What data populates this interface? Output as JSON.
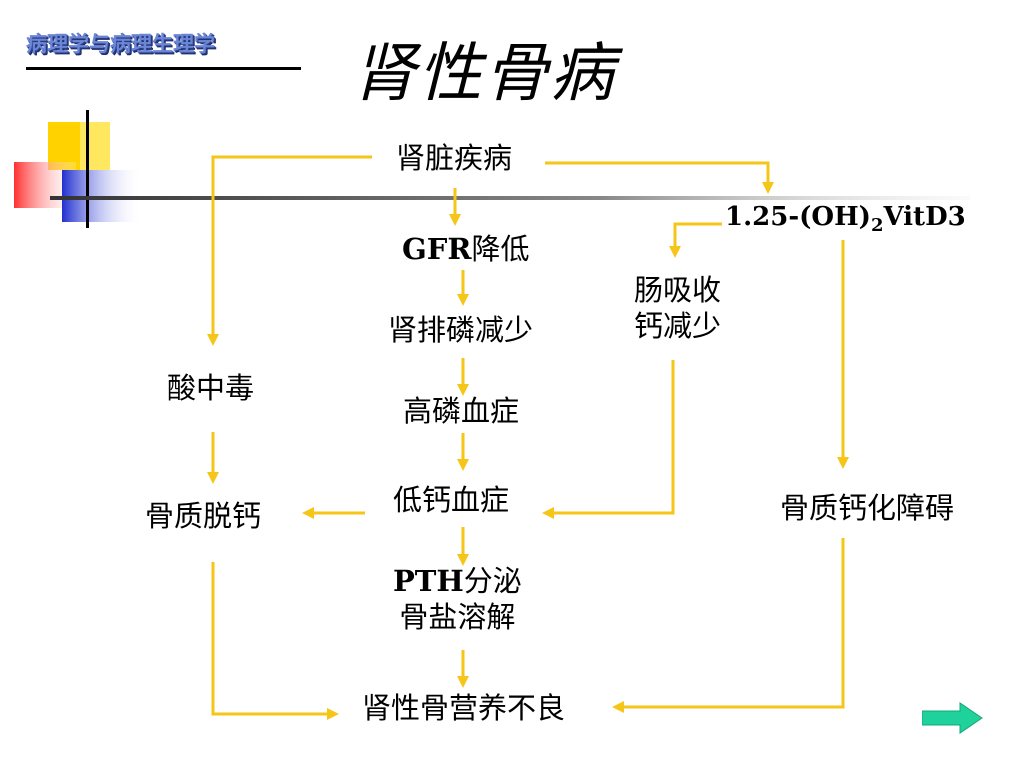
{
  "header": {
    "brand_text": "病理学与病理生理学",
    "title": "肾性骨病"
  },
  "colors": {
    "arrow": "#f5c518",
    "brand": "#6c86d6",
    "next_arrow": "#1fd19a",
    "deco_yellow": "#ffd200",
    "deco_red": "#ff3030",
    "deco_blue": "#2030d0"
  },
  "diagram": {
    "nodes": {
      "kidney_disease": "肾脏疾病",
      "vitd3_pre": "1.25-(OH)",
      "vitd3_sub": "2",
      "vitd3_post": "VitD3",
      "gfr_pre": "GFR",
      "gfr_post": "降低",
      "intestinal_line1": "肠吸收",
      "intestinal_line2": "钙减少",
      "phosphate_excretion": "肾排磷减少",
      "acidosis": "酸中毒",
      "hyperphosphatemia": "高磷血症",
      "hypocalcemia": "低钙血症",
      "bone_decalcification": "骨质脱钙",
      "bone_calcification_disorder": "骨质钙化障碍",
      "pth_pre": "PTH",
      "pth_post": "分泌",
      "bone_salt_dissolution": "骨盐溶解",
      "renal_osteodystrophy": "肾性骨营养不良"
    }
  },
  "navigation": {
    "next_icon": "next-arrow-icon"
  }
}
